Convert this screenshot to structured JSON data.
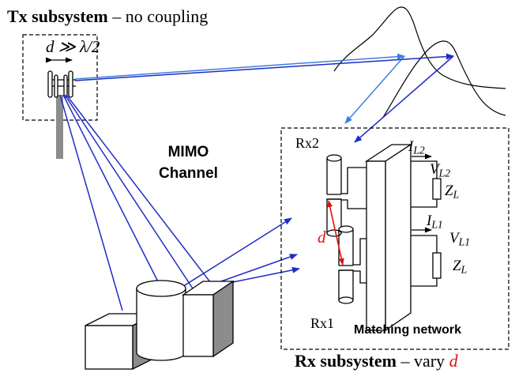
{
  "tx": {
    "title_bold": "Tx subsystem",
    "title_dash": " – ",
    "title_rest": "no coupling",
    "spacing_label": "d ≫ λ/2"
  },
  "channel": {
    "line1": "MIMO",
    "line2": "Channel"
  },
  "rx": {
    "title_bold": "Rx subsystem",
    "title_dash": " – ",
    "title_rest": "vary ",
    "title_var": "d",
    "rx2": "Rx2",
    "rx1": "Rx1",
    "distance": "d",
    "matching_network": "Matching network",
    "il2": {
      "main": "I",
      "sub": "L2"
    },
    "vl2": {
      "main": "V",
      "sub": "L2"
    },
    "zl_top": {
      "main": "Z",
      "sub": "L"
    },
    "il1": {
      "main": "I",
      "sub": "L1"
    },
    "vl1": {
      "main": "V",
      "sub": "L1"
    },
    "zl_bottom": {
      "main": "Z",
      "sub": "L"
    }
  },
  "colors": {
    "ray_dark": "#1f2cc4",
    "ray_light": "#3c7fe0",
    "distance": "#e01010",
    "tower": "#8c8c8c"
  }
}
